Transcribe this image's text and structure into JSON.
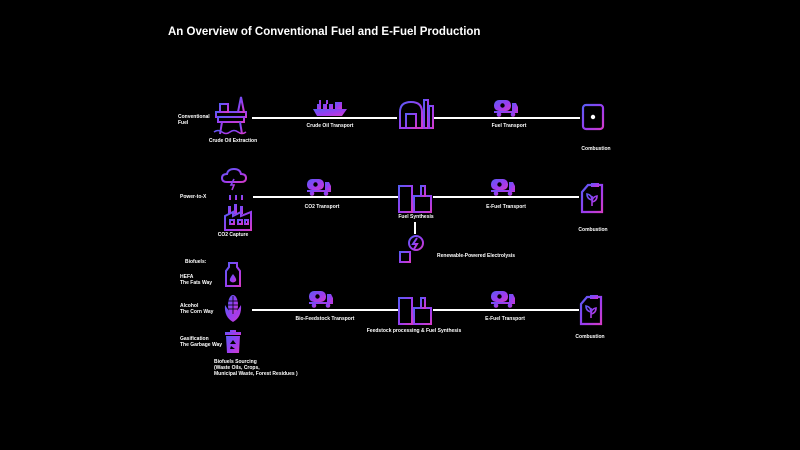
{
  "title": "An Overview of Conventional Fuel and E-Fuel Production",
  "colors": {
    "accent_violet": "#9b3cf0",
    "accent_blue": "#5a5cf5",
    "accent_magenta": "#d23cc8",
    "line": "#ffffff"
  },
  "conventional": {
    "row_label_1": "Conventional",
    "row_label_2": "Fuel",
    "extraction": "Crude Oil Extraction",
    "transport_1": "Crude Oil Transport",
    "transport_2": "Fuel Transport",
    "end": "Combustion"
  },
  "ptx": {
    "row_label": "Power-to-X",
    "capture": "CO2 Capture",
    "transport_1": "CO2 Transport",
    "synthesis": "Fuel Synthesis",
    "electrolysis": "Renewable-Powered Electrolysis",
    "transport_2": "E-Fuel Transport",
    "end": "Combustion"
  },
  "biofuels": {
    "heading": "Biofuels:",
    "hefa_1": "HEFA",
    "hefa_2": "The Fats Way",
    "alcohol_1": "Alcohol",
    "alcohol_2": "The Corn Way",
    "gas_1": "Gasification",
    "gas_2": "The Garbage Way",
    "sourcing_1": "Biofuels Sourcing",
    "sourcing_2": "(Waste Oils, Crops,",
    "sourcing_3": "Municipal Waste, Forest Residues )",
    "transport_1": "Bio-Feedstock Transport",
    "processing": "Feedstock processing & Fuel Synthesis",
    "transport_2": "E-Fuel Transport",
    "end": "Combustion"
  },
  "icons": [
    "oil-rig-icon",
    "ship-icon",
    "refinery-icon",
    "tanker-truck-icon",
    "barrel-icon",
    "cloud-icon",
    "factory-icon",
    "plant-icon",
    "jerrycan-icon",
    "electrolysis-icon",
    "oil-drop-bottle-icon",
    "corn-icon",
    "recycle-bin-icon"
  ]
}
